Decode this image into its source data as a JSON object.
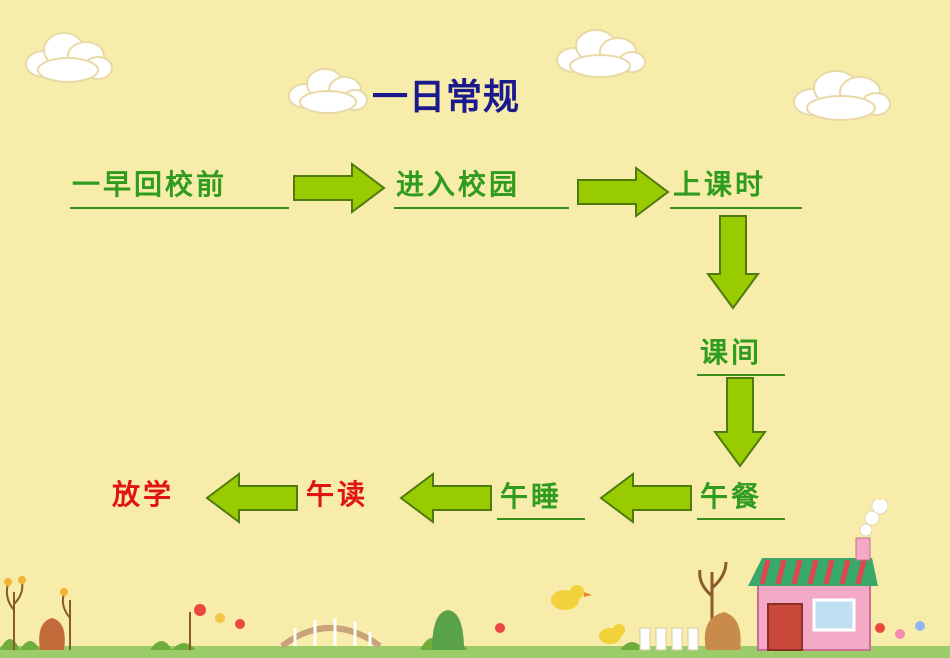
{
  "title": "一日常规",
  "nodes": {
    "before_school": "一早回校前",
    "enter_campus": "进入校园",
    "in_class": "上课时",
    "recess": "课间",
    "lunch": "午餐",
    "nap": "午睡",
    "noon_reading": "午读",
    "dismissal": "放学"
  },
  "colors": {
    "background": "#f8ecab",
    "title": "#1a1a8c",
    "node_green": "#2f9c1f",
    "node_red": "#e01414",
    "arrow_fill": "#99cc00",
    "arrow_stroke": "#4f7a10"
  }
}
